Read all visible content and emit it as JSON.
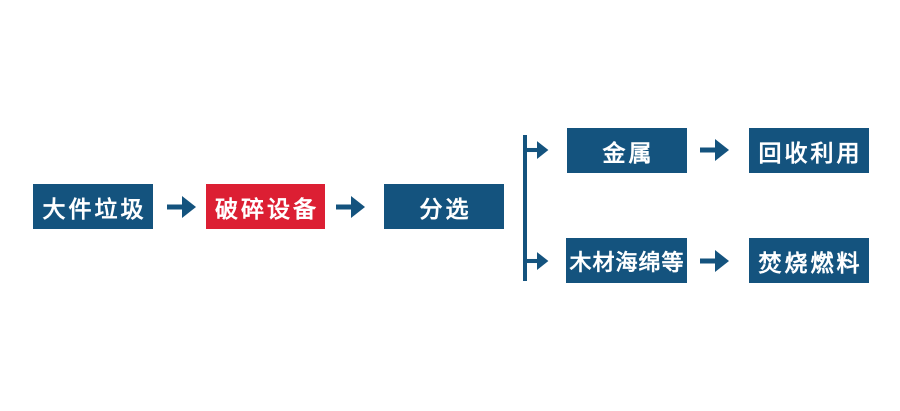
{
  "colors": {
    "node_blue": "#14537E",
    "node_red": "#DC1F33",
    "text_white": "#FFFFFF",
    "background": "#FFFFFF"
  },
  "diagram": {
    "type": "flowchart",
    "description_icons": {
      "arrow": "right-arrow"
    },
    "nodes": [
      {
        "id": "bulky-waste",
        "label": "大件垃圾",
        "color": "blue"
      },
      {
        "id": "crushing-equipment",
        "label": "破碎设备",
        "color": "red"
      },
      {
        "id": "sorting",
        "label": "分选",
        "color": "blue"
      },
      {
        "id": "metal",
        "label": "金属",
        "color": "blue"
      },
      {
        "id": "recycling",
        "label": "回收利用",
        "color": "blue"
      },
      {
        "id": "wood-sponge-etc",
        "label": "木材海绵等",
        "color": "blue"
      },
      {
        "id": "incineration-fuel",
        "label": "焚烧燃料",
        "color": "blue"
      }
    ],
    "edges": [
      {
        "from": "bulky-waste",
        "to": "crushing-equipment"
      },
      {
        "from": "crushing-equipment",
        "to": "sorting"
      },
      {
        "from": "sorting",
        "to": "metal"
      },
      {
        "from": "sorting",
        "to": "wood-sponge-etc"
      },
      {
        "from": "metal",
        "to": "recycling"
      },
      {
        "from": "wood-sponge-etc",
        "to": "incineration-fuel"
      }
    ]
  }
}
